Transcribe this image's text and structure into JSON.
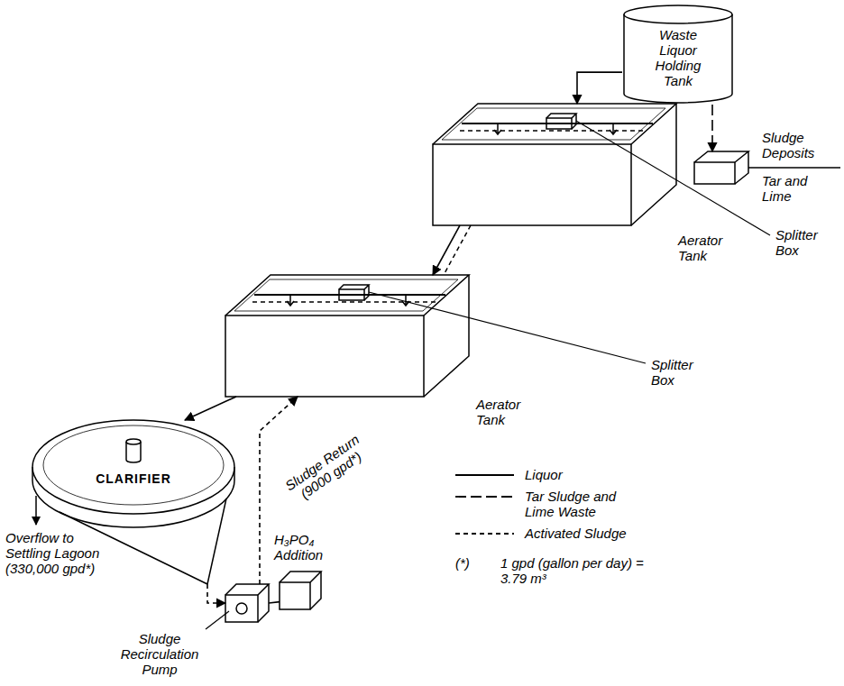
{
  "diagram": {
    "nodes": [
      {
        "text": [
          "Waste Liquor Holding Tank"
        ]
      },
      {
        "text": [
          "Sludge Deposits",
          "Tar and Lime"
        ]
      },
      {
        "text": [
          "Aerator Tank"
        ]
      },
      {
        "text": [
          "Aerator Tank"
        ]
      },
      {
        "text": [
          "CLARIFIER"
        ]
      },
      {
        "text": [
          "Sludge Recirculation Pump"
        ]
      },
      {
        "text": [
          "H₃PO₄ Addition"
        ]
      }
    ],
    "edges": [
      {
        "from": 0,
        "to": 1,
        "arrow": "to"
      },
      {
        "from": 0,
        "to": 2,
        "arrow": "to"
      },
      {
        "from": 2,
        "to": 3,
        "arrow": "to"
      },
      {
        "from": 3,
        "to": 4,
        "arrow": "to"
      },
      {
        "from": 4,
        "to": 5,
        "arrow": "to"
      },
      {
        "from": 5,
        "to": 3,
        "label": "Sludge Return (9000 gpd*)",
        "arrow": "to"
      },
      {
        "from": 6,
        "to": 5,
        "arrow": "none"
      }
    ],
    "labels": [
      "Splitter Box",
      "Splitter Box",
      "Overflow to Settling Lagoon (330,000 gpd*)",
      "(*)",
      "1 gpd (gallon per day) = 3.79 m³"
    ],
    "legend": [
      {
        "text": "Liquor"
      },
      {
        "text": "Tar Sludge and Lime Waste"
      },
      {
        "text": "Activated Sludge"
      }
    ]
  }
}
